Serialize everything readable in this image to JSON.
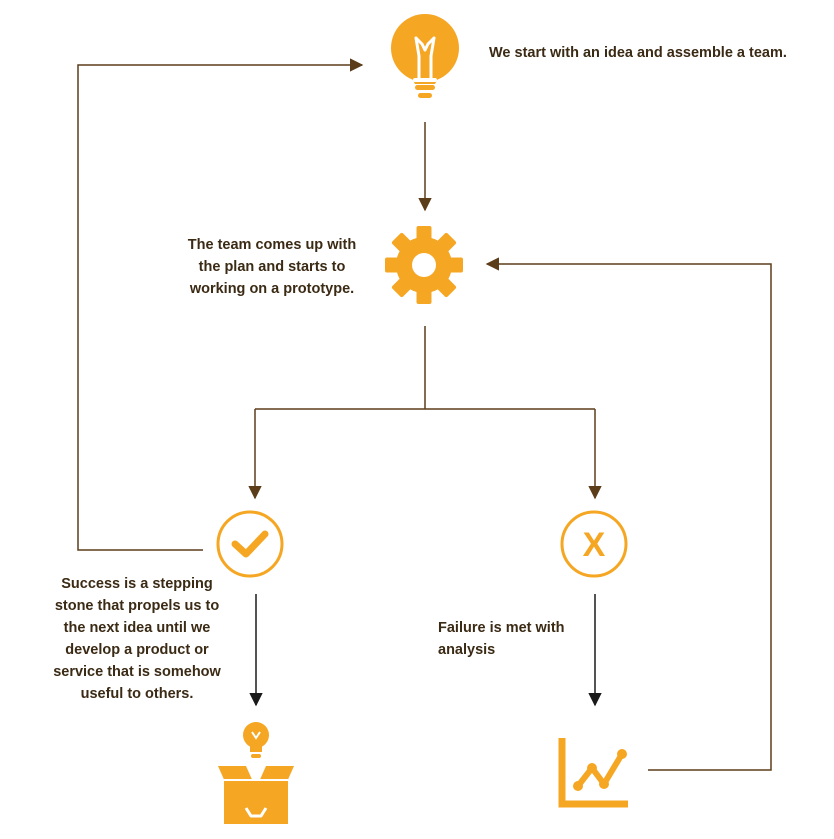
{
  "colors": {
    "accent": "#F5A623",
    "connector": "#5C3D1A",
    "text": "#3B2A14"
  },
  "steps": {
    "idea": {
      "icon": "lightbulb-icon",
      "text": "We start with an idea and assemble a team."
    },
    "plan": {
      "icon": "gear-icon",
      "lines": [
        "The team comes up with",
        "the plan and starts to",
        "working on a prototype."
      ]
    },
    "success": {
      "icon": "checkmark-circle-icon",
      "lines": [
        "Success is a stepping",
        "stone that propels us to",
        "the next idea until we",
        "develop a product or",
        "service that is somehow",
        "useful to others."
      ]
    },
    "failure": {
      "icon": "x-circle-icon",
      "symbol": "X",
      "lines": [
        "Failure is met with",
        "analysis"
      ]
    },
    "product": {
      "icon": "box-with-lightbulb-icon"
    },
    "analysis": {
      "icon": "line-chart-icon"
    }
  }
}
